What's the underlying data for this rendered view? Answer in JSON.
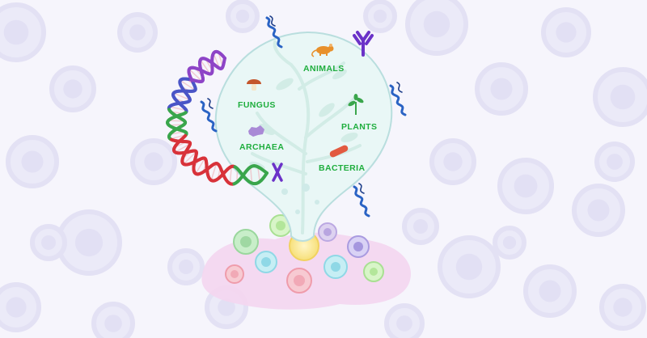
{
  "illustration": {
    "kingdoms": [
      {
        "id": "animals",
        "label": "ANIMALS",
        "icon": "mouse-icon",
        "color": "#e8902b"
      },
      {
        "id": "fungus",
        "label": "FUNGUS",
        "icon": "mushroom-icon",
        "color": "#c4552b"
      },
      {
        "id": "plants",
        "label": "PLANTS",
        "icon": "sprout-icon",
        "color": "#3aa64c"
      },
      {
        "id": "archaea",
        "label": "ARCHAEA",
        "icon": "archaea-cell-icon",
        "color": "#a98ad6"
      },
      {
        "id": "bacteria",
        "label": "BACTERIA",
        "icon": "bacterium-icon",
        "color": "#e25a40"
      }
    ],
    "colors": {
      "background": "#f6f5fc",
      "bubble_fill": "#e9f7f6",
      "bubble_stroke": "#b9dede",
      "label_green": "#1fae3e",
      "protein_blue": "#2a63c4",
      "antibody_purple": "#6b32c8",
      "dna_purple": "#8e44c7",
      "dna_blue": "#4a55c7",
      "dna_green": "#3aa64c",
      "dna_red": "#d8323a",
      "tissue_pink": "#f4d6ef"
    }
  }
}
